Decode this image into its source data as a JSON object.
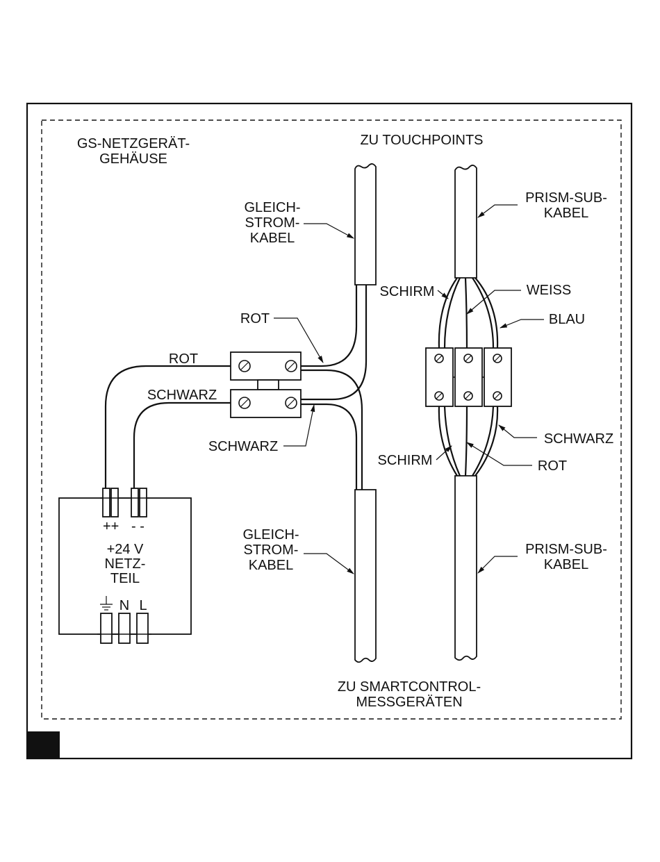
{
  "labels": {
    "housing_line1": "GS-NETZGERÄT-",
    "housing_line2": "GEHÄUSE",
    "to_touchpoints": "ZU TOUCHPOINTS",
    "dc_cable_top": [
      "GLEICH-",
      "STROM-",
      "KABEL"
    ],
    "dc_cable_bottom": [
      "GLEICH-",
      "STROM-",
      "KABEL"
    ],
    "prism_top": [
      "PRISM-SUB-",
      "KABEL"
    ],
    "prism_bottom": [
      "PRISM-SUB-",
      "KABEL"
    ],
    "schirm_top": "SCHIRM",
    "schirm_bottom": "SCHIRM",
    "weiss": "WEISS",
    "blau": "BLAU",
    "schwarz_right": "SCHWARZ",
    "rot_right": "ROT",
    "rot_callout": "ROT",
    "rot_wire": "ROT",
    "schwarz_wire": "SCHWARZ",
    "schwarz_callout": "SCHWARZ",
    "psu_plus": "++",
    "psu_minus": "- -",
    "psu_voltage": "+24 V",
    "psu_name_1": "NETZ-",
    "psu_name_2": "TEIL",
    "terminal_n": "N",
    "terminal_l": "L",
    "to_smartcontrol_1": "ZU SMARTCONTROL-",
    "to_smartcontrol_2": "MESSGERÄTEN"
  },
  "icons": [
    "ground-icon",
    "screw-icon",
    "arrow-icon"
  ]
}
